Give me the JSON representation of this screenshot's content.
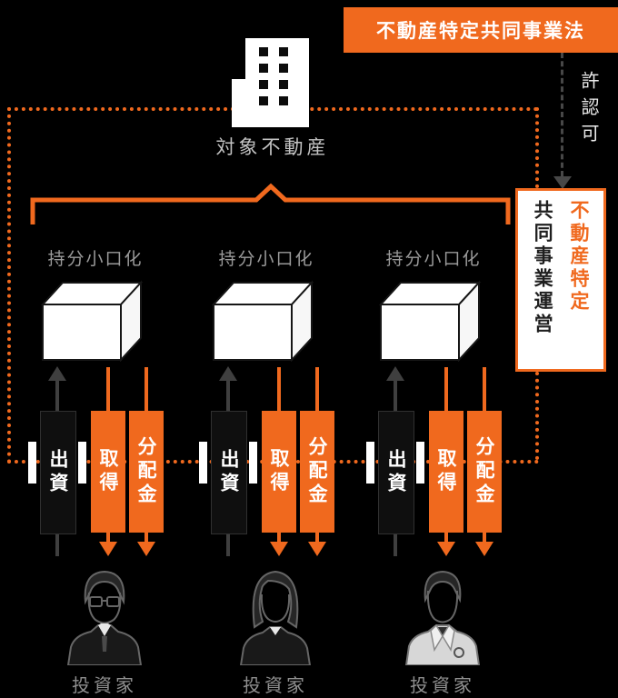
{
  "colors": {
    "orange": "#f0691e",
    "background": "#000000",
    "white": "#ffffff",
    "muted_gray_text": "#9a9a9a"
  },
  "banner": {
    "law_title": "不動産特定共同事業法"
  },
  "license": {
    "label": "許認可"
  },
  "property": {
    "label": "対象不動産"
  },
  "operation_box": {
    "line_primary": "不動産特定",
    "line_secondary": "共同事業運営"
  },
  "group_labels": {
    "unitization": "持分小口化",
    "flow_invest": "出資",
    "flow_acquire": "取得",
    "flow_dividend": "分配金",
    "investor": "投資家"
  },
  "icons": {
    "building": "building-icon",
    "cube": "unit-cube-icon",
    "investor_male": "investor-male-icon",
    "investor_female": "investor-female-icon",
    "investor_doctor": "investor-doctor-icon"
  }
}
